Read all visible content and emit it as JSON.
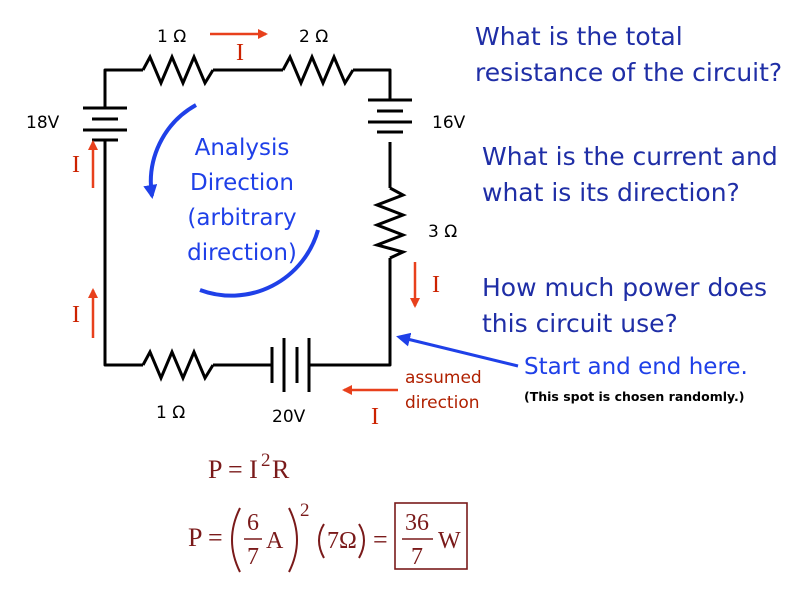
{
  "colors": {
    "wire": "#000000",
    "current_arrow": "#e8401c",
    "analysis": "#1f40e8",
    "questions": "#1f2ea6",
    "equation": "#7a1a1a"
  },
  "circuit": {
    "resistors": {
      "top_left": "1 Ω",
      "top_right": "2 Ω",
      "right": "3 Ω",
      "bottom": "1 Ω"
    },
    "batteries": {
      "left": "18V",
      "right": "16V",
      "bottom": "20V"
    },
    "current_symbol": "I",
    "analysis_label": [
      "Analysis",
      "Direction",
      "(arbitrary",
      "direction)"
    ],
    "assumed_label": [
      "assumed",
      "direction"
    ],
    "start_label": "Start and end here.",
    "start_note": "(This spot is chosen randomly.)"
  },
  "questions": {
    "q1": [
      "What is the total",
      "resistance of the circuit?"
    ],
    "q2": [
      "What is the current and",
      "what is its direction?"
    ],
    "q3": [
      "How much power does",
      "this circuit use?"
    ]
  },
  "equations": {
    "power_formula": {
      "lhs": "P = I",
      "exp": "2",
      "rhs": "R"
    },
    "power_calc": {
      "lhs": "P =",
      "num": "6",
      "den": "7",
      "unit_a": "A",
      "exp": "2",
      "res": "7Ω",
      "eq": "=",
      "ans_num": "36",
      "ans_den": "7",
      "unit_w": "W"
    }
  }
}
